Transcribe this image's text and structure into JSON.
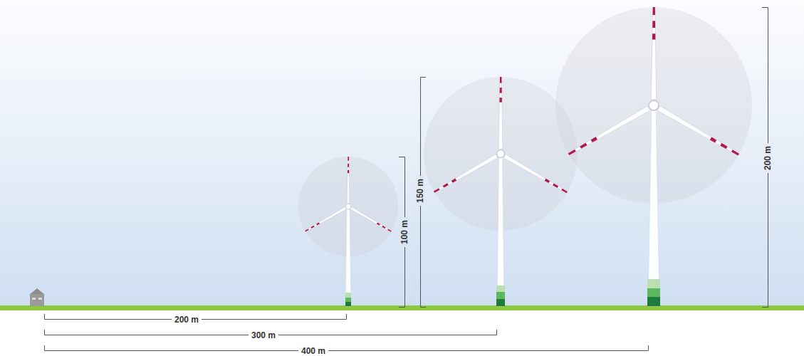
{
  "diagram": {
    "labels": [
      "100 m",
      "150 m",
      "200 m",
      "200 m",
      "300 m",
      "400 m"
    ]
  }
}
